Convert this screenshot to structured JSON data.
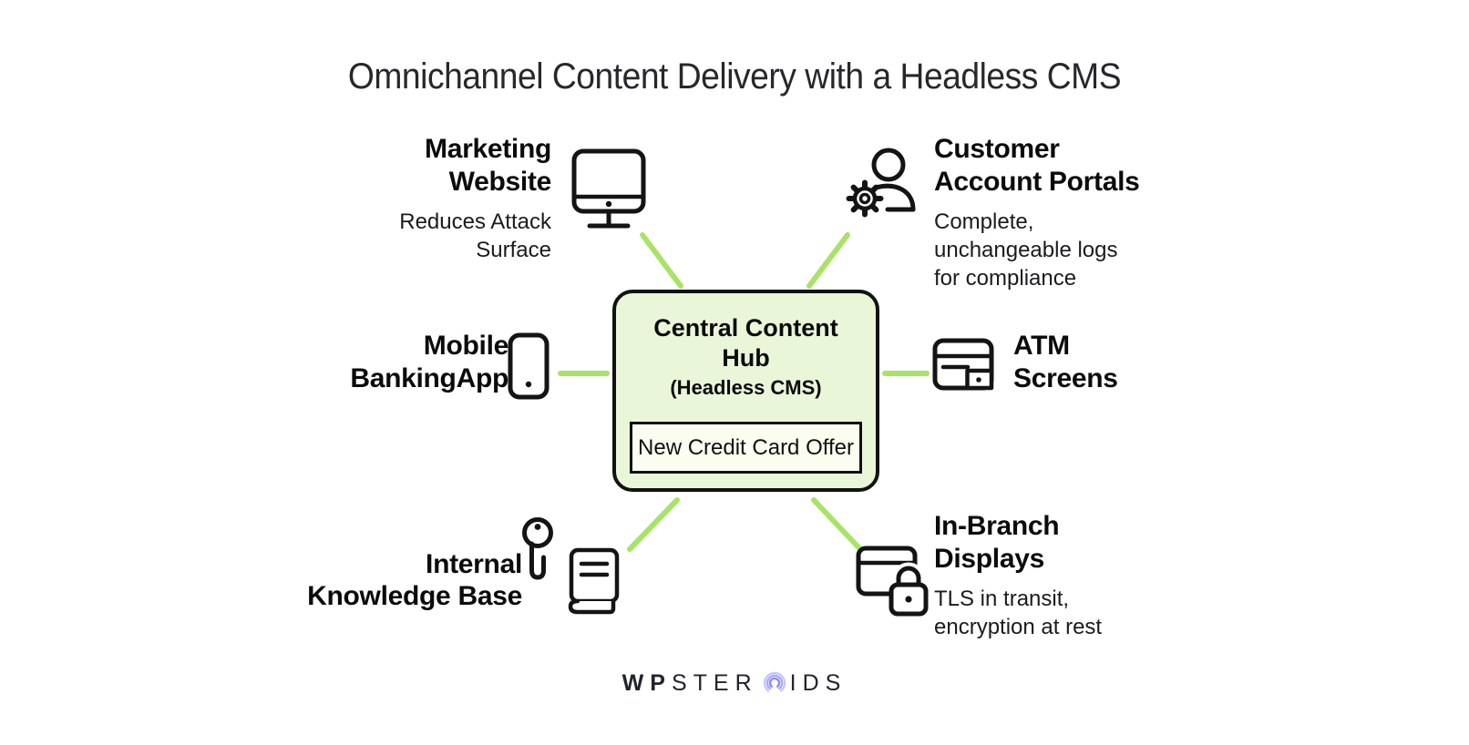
{
  "title": "Omnichannel Content Delivery with a Headless CMS",
  "hub": {
    "title_lines": [
      "Central Content",
      "Hub"
    ],
    "subtitle": "(Headless CMS)",
    "card": "New Credit Card Offer"
  },
  "nodes": {
    "marketing_website": {
      "title_lines": [
        "Marketing",
        "Website"
      ],
      "subtitle_lines": [
        "Reduces Attack",
        "Surface"
      ],
      "icon": "desktop-monitor-icon"
    },
    "customer_portals": {
      "title_lines": [
        "Customer",
        "Account Portals"
      ],
      "subtitle_lines": [
        "Complete,",
        "unchangeable logs",
        "for compliance"
      ],
      "icon": "user-gear-icon"
    },
    "mobile_banking": {
      "title_lines": [
        "Mobile",
        "BankingApp"
      ],
      "icon": "smartphone-icon"
    },
    "atm_screens": {
      "title_lines": [
        "ATM",
        "Screens"
      ],
      "icon": "payment-card-icon"
    },
    "knowledge_base": {
      "title_lines": [
        "Internal",
        "Knowledge Base"
      ],
      "icon": "key-and-book-icon"
    },
    "in_branch": {
      "title_lines": [
        "In-Branch",
        "Displays"
      ],
      "subtitle_lines": [
        "TLS in transit,",
        "encryption at rest"
      ],
      "icon": "display-lock-icon"
    }
  },
  "logo": {
    "part_bold": "WP",
    "part_light1": "STER",
    "icon": "concentric-arcs-o-icon",
    "part_light2": "IDS"
  },
  "colors": {
    "connector_green": "#a8e368",
    "hub_fill": "#eaf6d8",
    "hub_card_fill": "#fbfdf0",
    "outline_black": "#141414",
    "logo_arc_purple": "#898df6"
  }
}
